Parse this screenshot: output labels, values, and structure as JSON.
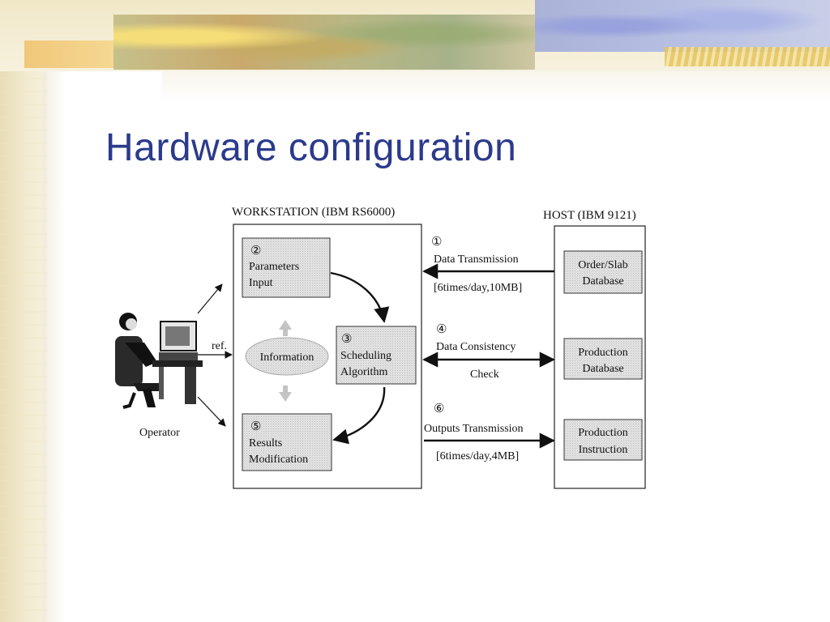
{
  "slide": {
    "title": "Hardware configuration"
  },
  "diagram": {
    "workstation_label": "WORKSTATION  (IBM RS6000)",
    "host_label": "HOST  (IBM 9121)",
    "operator_label": "Operator",
    "ref_label": "ref.",
    "information_label": "Information",
    "step2": {
      "num": "②",
      "line1": "Parameters",
      "line2": "Input"
    },
    "step3": {
      "num": "③",
      "line1": "Scheduling",
      "line2": "Algorithm"
    },
    "step5": {
      "num": "⑤",
      "line1": "Results",
      "line2": "Modification"
    },
    "link1": {
      "num": "①",
      "label": "Data Transmission",
      "detail": "[6times/day,10MB]"
    },
    "link4": {
      "num": "④",
      "label": "Data Consistency",
      "detail": "Check"
    },
    "link6": {
      "num": "⑥",
      "label": "Outputs Transmission",
      "detail": "[6times/day,4MB]"
    },
    "host_boxes": [
      {
        "line1": "Order/Slab",
        "line2": "Database"
      },
      {
        "line1": "Production",
        "line2": "Database"
      },
      {
        "line1": "Production",
        "line2": "Instruction"
      }
    ],
    "operator_icon": "operator-at-computer-icon"
  }
}
